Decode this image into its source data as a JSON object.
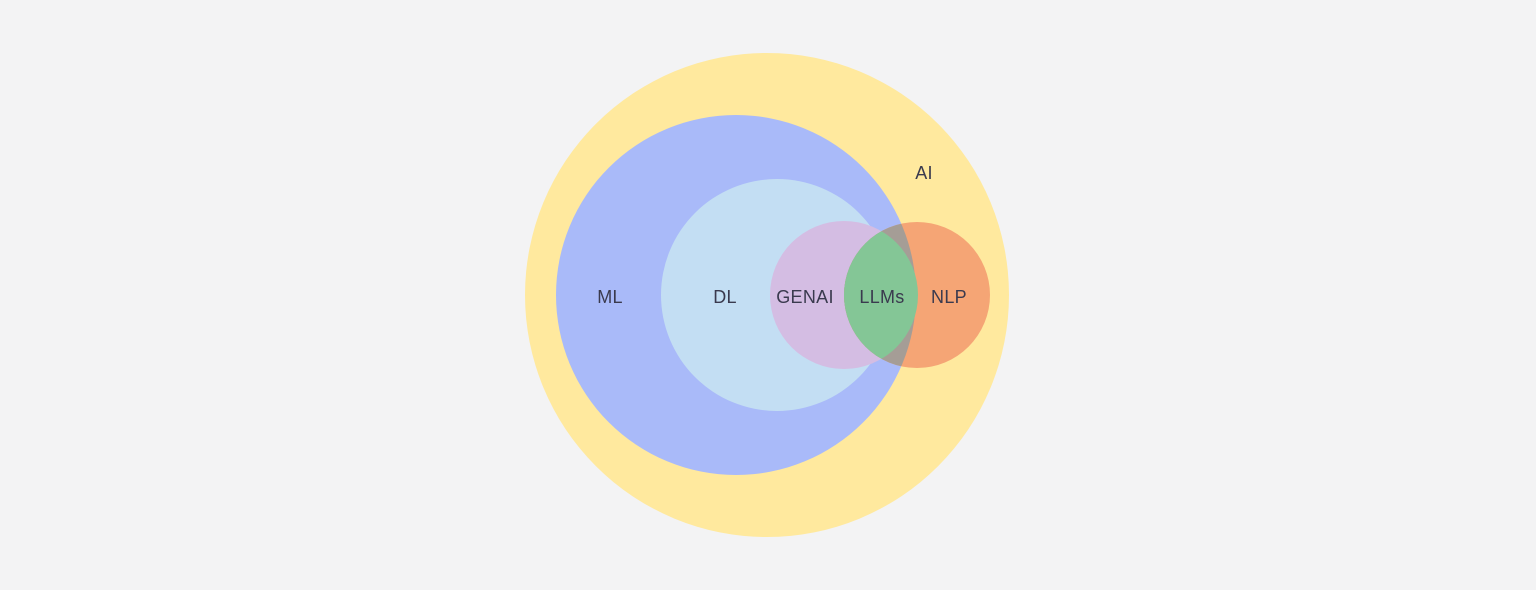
{
  "diagram": {
    "type": "euler-venn",
    "labels": {
      "ai": "AI",
      "ml": "ML",
      "dl": "DL",
      "genai": "GENAI",
      "llms": "LLMs",
      "nlp": "NLP"
    },
    "colors": {
      "background": "#f3f3f4",
      "label_text": "#3a3a4e",
      "ai": "#ffe99e",
      "ml": "#a9baf9",
      "dl": "#c3def3",
      "genai": "#d4bde3",
      "nlp": "#f5a575",
      "llms_intersection": "#84c696",
      "nlp_ml_overlap": "#a59d96",
      "nlp_dl_overlap": "#b5a690"
    }
  }
}
